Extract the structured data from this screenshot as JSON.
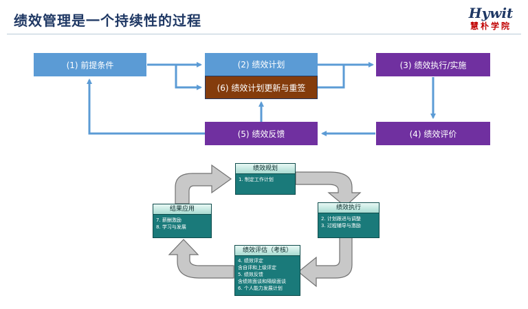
{
  "header": {
    "title": "绩效管理是一个持续性的过程",
    "logo_en": "Hywit",
    "logo_cn": "慧朴学院"
  },
  "flow": {
    "step1": "(1) 前提条件",
    "step2": "(2) 绩效计划",
    "step3": "(3) 绩效执行/实施",
    "step4": "(4) 绩效评价",
    "step5": "(5) 绩效反馈",
    "step6": "(6) 绩效计划更新与重签"
  },
  "cycle": {
    "plan": {
      "title": "绩效规划",
      "items": [
        "1. 制定工作计划"
      ]
    },
    "exec": {
      "title": "绩效执行",
      "items": [
        "2. 计划跟进与调整",
        "3. 过程辅导与激励"
      ]
    },
    "eval": {
      "title": "绩效评估（考核）",
      "items": [
        "4. 绩效评定",
        "含自评和上级评定",
        "5. 绩效反馈",
        "含绩效面谈和隔级面谈",
        "6. 个人能力发展计划"
      ]
    },
    "apply": {
      "title": "结果应用",
      "items": [
        "7.  薪酬激励",
        "8.  学习与发展"
      ]
    }
  },
  "colors": {
    "blue": "#5b9bd5",
    "purple": "#7030a0",
    "brown": "#843c0c",
    "teal": "#1a7a7a"
  }
}
